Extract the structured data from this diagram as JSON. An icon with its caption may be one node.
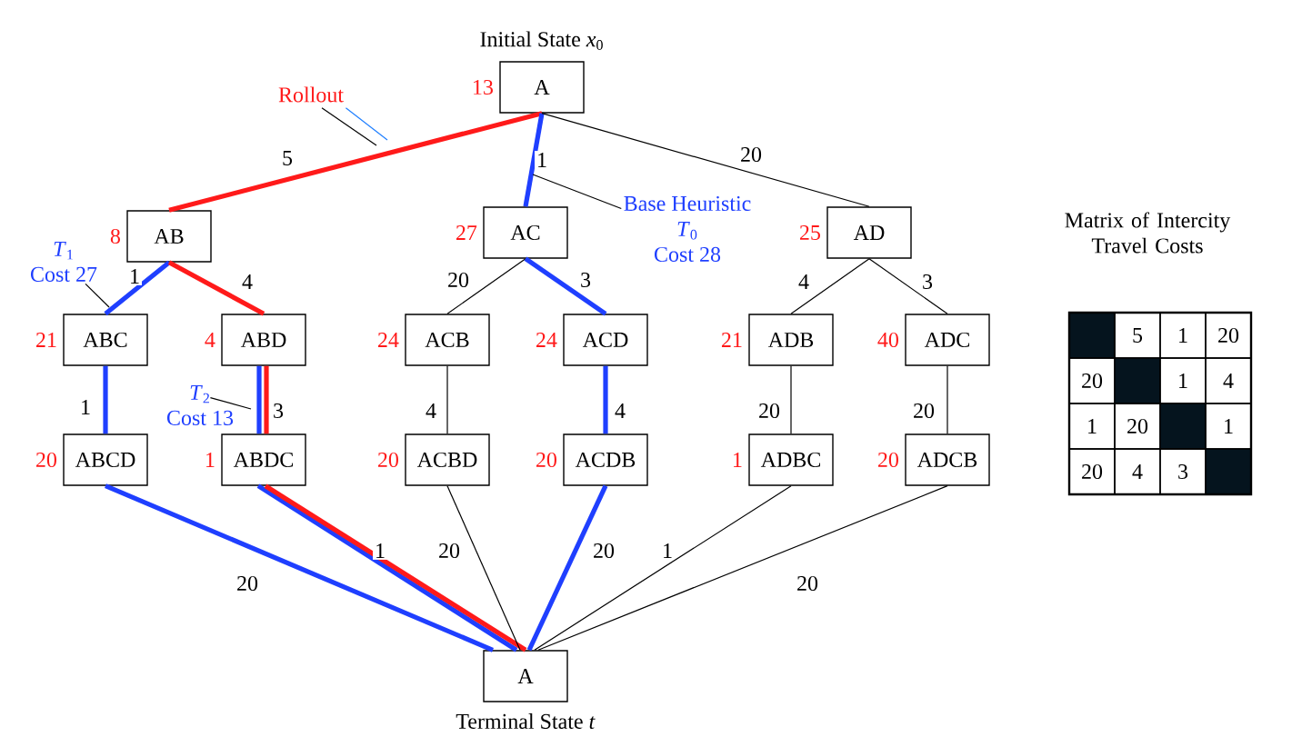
{
  "diagram": {
    "nodes": [
      {
        "text": [
          "A"
        ],
        "beside": [
          "Initial State *x*$_{0}$",
          "13"
        ]
      },
      {
        "text": [
          "AB"
        ],
        "beside": [
          "8"
        ]
      },
      {
        "text": [
          "AC"
        ],
        "beside": [
          "27"
        ]
      },
      {
        "text": [
          "AD"
        ],
        "beside": [
          "25"
        ]
      },
      {
        "text": [
          "ABC"
        ],
        "beside": [
          "21"
        ]
      },
      {
        "text": [
          "ABD"
        ],
        "beside": [
          "4"
        ]
      },
      {
        "text": [
          "ACB"
        ],
        "beside": [
          "24"
        ]
      },
      {
        "text": [
          "ACD"
        ],
        "beside": [
          "24"
        ]
      },
      {
        "text": [
          "ADB"
        ],
        "beside": [
          "21"
        ]
      },
      {
        "text": [
          "ADC"
        ],
        "beside": [
          "40"
        ]
      },
      {
        "text": [
          "ABCD"
        ],
        "beside": [
          "20"
        ]
      },
      {
        "text": [
          "ABDC"
        ],
        "beside": [
          "1"
        ]
      },
      {
        "text": [
          "ACBD"
        ],
        "beside": [
          "20"
        ]
      },
      {
        "text": [
          "ACDB"
        ],
        "beside": [
          "20"
        ]
      },
      {
        "text": [
          "ADBC"
        ],
        "beside": [
          "1"
        ]
      },
      {
        "text": [
          "ADCB"
        ],
        "beside": [
          "20"
        ]
      },
      {
        "text": [
          "A"
        ],
        "beside": [
          "Terminal State *t*"
        ]
      },
      {
        "text": [
          "Rollout"
        ]
      },
      {
        "text": [
          "Base Heuristic",
          "*T*$_{0}$",
          "Cost 28"
        ]
      },
      {
        "text": [
          "*T*$_{1}$",
          "Cost 27"
        ]
      },
      {
        "text": [
          "*T*$_{2}$",
          "Cost 13"
        ]
      }
    ],
    "edges": [
      {
        "from": 0,
        "to": 1,
        "arrow": "none",
        "label": "5",
        "style": "thick",
        "color": "#ff1a1a"
      },
      {
        "from": 0,
        "to": 2,
        "arrow": "none",
        "label": "1",
        "style": "thick",
        "color": "#1f3fff"
      },
      {
        "from": 0,
        "to": 3,
        "arrow": "none",
        "label": "20"
      },
      {
        "from": 1,
        "to": 4,
        "arrow": "none",
        "label": "1",
        "style": "thick",
        "color": "#1f3fff"
      },
      {
        "from": 1,
        "to": 5,
        "arrow": "none",
        "label": "4",
        "style": "thick",
        "color": "#ff1a1a"
      },
      {
        "from": 2,
        "to": 6,
        "arrow": "none",
        "label": "20"
      },
      {
        "from": 2,
        "to": 7,
        "arrow": "none",
        "label": "3",
        "style": "thick",
        "color": "#1f3fff"
      },
      {
        "from": 3,
        "to": 8,
        "arrow": "none",
        "label": "4"
      },
      {
        "from": 3,
        "to": 9,
        "arrow": "none",
        "label": "3"
      },
      {
        "from": 4,
        "to": 10,
        "arrow": "none",
        "label": "1",
        "style": "thick",
        "color": "#1f3fff"
      },
      {
        "from": 5,
        "to": 11,
        "arrow": "none",
        "style": "thick",
        "color": "#1f3fff"
      },
      {
        "from": 5,
        "to": 11,
        "arrow": "none",
        "label": "3",
        "style": "thick",
        "color": "#ff1a1a"
      },
      {
        "from": 6,
        "to": 12,
        "arrow": "none",
        "label": "4"
      },
      {
        "from": 7,
        "to": 13,
        "arrow": "none",
        "label": "4",
        "style": "thick",
        "color": "#1f3fff"
      },
      {
        "from": 8,
        "to": 14,
        "arrow": "none",
        "label": "20"
      },
      {
        "from": 9,
        "to": 15,
        "arrow": "none",
        "label": "20"
      },
      {
        "from": 10,
        "to": 16,
        "arrow": "none",
        "label": "20",
        "style": "thick",
        "color": "#1f3fff"
      },
      {
        "from": 11,
        "to": 16,
        "arrow": "none",
        "style": "thick",
        "color": "#1f3fff"
      },
      {
        "from": 11,
        "to": 16,
        "arrow": "none",
        "label": "1",
        "style": "thick",
        "color": "#ff1a1a"
      },
      {
        "from": 12,
        "to": 16,
        "arrow": "none",
        "label": "20"
      },
      {
        "from": 13,
        "to": 16,
        "arrow": "none",
        "label": "20",
        "style": "thick",
        "color": "#1f3fff"
      },
      {
        "from": 14,
        "to": 16,
        "arrow": "none",
        "label": "1"
      },
      {
        "from": 15,
        "to": 16,
        "arrow": "none",
        "label": "20"
      },
      {
        "from": 17,
        "to": null,
        "arrow": "none"
      },
      {
        "from": 17,
        "to": null,
        "arrow": "none",
        "color": "#1f7fff"
      },
      {
        "from": 18,
        "to": null,
        "arrow": "none"
      },
      {
        "from": 19,
        "to": null,
        "arrow": "none"
      },
      {
        "from": 20,
        "to": null,
        "arrow": "none"
      }
    ],
    "labels": [
      "Matrix of Intercity Travel Costs",
      "5",
      "1",
      "20",
      "20",
      "1",
      "4",
      "1",
      "20",
      "1",
      "20",
      "4",
      "3"
    ]
  }
}
